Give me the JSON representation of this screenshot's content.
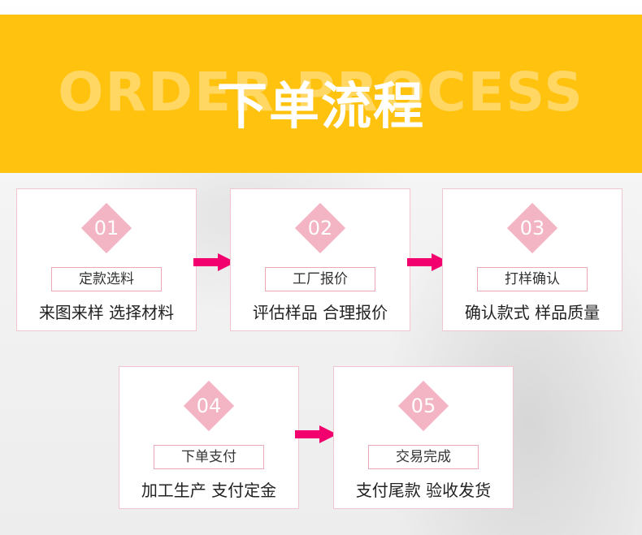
{
  "banner": {
    "bg_text": "ORDER PROCESS",
    "title": "下单流程"
  },
  "colors": {
    "banner": "#ffc20e",
    "diamond": "#f3b4c3",
    "arrow": "#f2006e",
    "card_border": "#f3c6cf"
  },
  "steps": [
    {
      "num": "01",
      "label": "定款选料",
      "desc": "来图来样 选择材料"
    },
    {
      "num": "02",
      "label": "工厂报价",
      "desc": "评估样品 合理报价"
    },
    {
      "num": "03",
      "label": "打样确认",
      "desc": "确认款式 样品质量"
    },
    {
      "num": "04",
      "label": "下单支付",
      "desc": "加工生产 支付定金"
    },
    {
      "num": "05",
      "label": "交易完成",
      "desc": "支付尾款 验收发货"
    }
  ]
}
